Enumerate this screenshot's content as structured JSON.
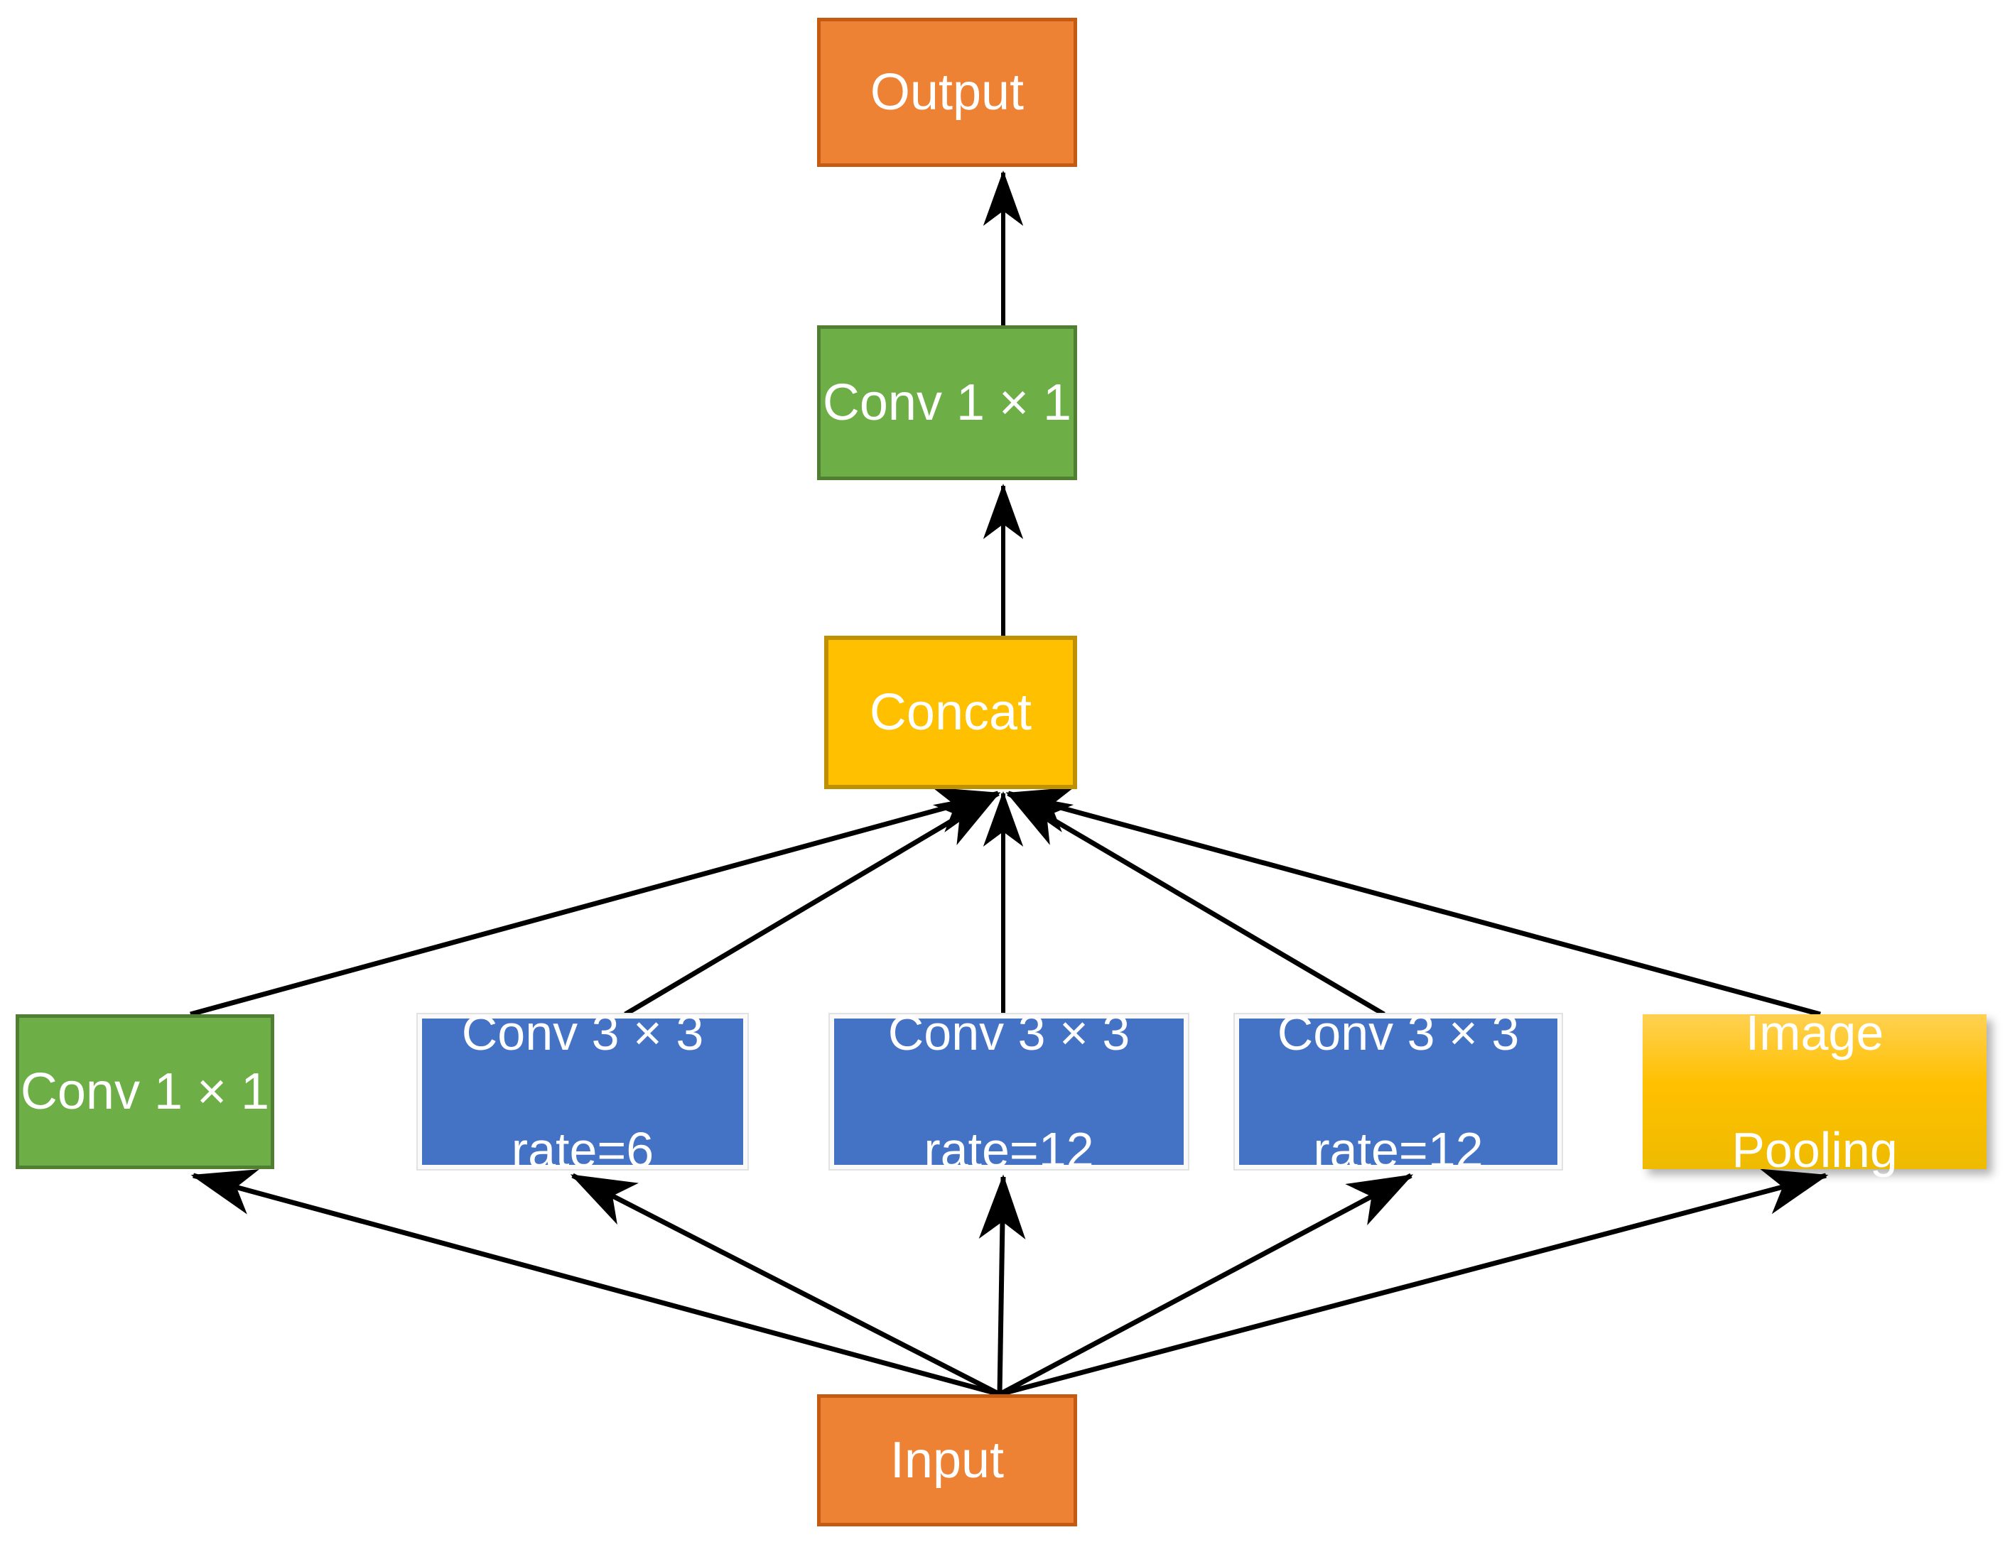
{
  "diagram": {
    "title": "ASPP (Atrous Spatial Pyramid Pooling) module",
    "type": "flowchart",
    "colors": {
      "orange_fill": "#ED8134",
      "orange_border": "#C55A11",
      "green_fill": "#6DAF46",
      "green_border": "#507E32",
      "blue_fill": "#4472C4",
      "blue_border": "#FAFAFA",
      "yellow_fill": "#FFC000",
      "yellow_border": "#BF9000",
      "yellow_gradient_top": "#FFD152",
      "yellow_gradient_bottom": "#EEBB00",
      "edge_color": "#000000",
      "text_color": "#FFFFFF",
      "background": "#FFFFFF"
    },
    "nodes": [
      {
        "id": "output",
        "label": "Output",
        "style": "orange",
        "row": "top"
      },
      {
        "id": "conv1x1_top",
        "label": "Conv 1 × 1",
        "style": "green",
        "row": "projection"
      },
      {
        "id": "concat",
        "label": "Concat",
        "style": "yellow",
        "row": "merge"
      },
      {
        "id": "conv1x1_left",
        "label": "Conv 1 × 1",
        "style": "green",
        "row": "branches"
      },
      {
        "id": "conv3x3_r6",
        "label": "Conv 3 × 3\nrate=6",
        "style": "blue",
        "row": "branches"
      },
      {
        "id": "conv3x3_r12a",
        "label": "Conv 3 × 3\nrate=12",
        "style": "blue",
        "row": "branches"
      },
      {
        "id": "conv3x3_r12b",
        "label": "Conv 3 × 3\nrate=12",
        "style": "blue",
        "row": "branches"
      },
      {
        "id": "image_pooling",
        "label": "Image\nPooling",
        "style": "yellow-grad",
        "row": "branches"
      },
      {
        "id": "input",
        "label": "Input",
        "style": "orange",
        "row": "bottom"
      }
    ],
    "edges": [
      {
        "from": "input",
        "to": "conv1x1_left",
        "arrow": "to"
      },
      {
        "from": "input",
        "to": "conv3x3_r6",
        "arrow": "to"
      },
      {
        "from": "input",
        "to": "conv3x3_r12a",
        "arrow": "to"
      },
      {
        "from": "input",
        "to": "conv3x3_r12b",
        "arrow": "to"
      },
      {
        "from": "input",
        "to": "image_pooling",
        "arrow": "to"
      },
      {
        "from": "conv1x1_left",
        "to": "concat",
        "arrow": "to"
      },
      {
        "from": "conv3x3_r6",
        "to": "concat",
        "arrow": "to"
      },
      {
        "from": "conv3x3_r12a",
        "to": "concat",
        "arrow": "to"
      },
      {
        "from": "conv3x3_r12b",
        "to": "concat",
        "arrow": "to"
      },
      {
        "from": "image_pooling",
        "to": "concat",
        "arrow": "to"
      },
      {
        "from": "concat",
        "to": "conv1x1_top",
        "arrow": "to"
      },
      {
        "from": "conv1x1_top",
        "to": "output",
        "arrow": "to"
      }
    ],
    "labels": {
      "output": "Output",
      "conv1x1_top": "Conv 1 × 1",
      "concat": "Concat",
      "conv1x1_left": "Conv 1 × 1",
      "conv3x3_r6_line1": "Conv 3 × 3",
      "conv3x3_r6_line2": "rate=6",
      "conv3x3_r12a_line1": "Conv 3 × 3",
      "conv3x3_r12a_line2": "rate=12",
      "conv3x3_r12b_line1": "Conv 3 × 3",
      "conv3x3_r12b_line2": "rate=12",
      "image_pooling_line1": "Image",
      "image_pooling_line2": "Pooling",
      "input": "Input"
    }
  }
}
